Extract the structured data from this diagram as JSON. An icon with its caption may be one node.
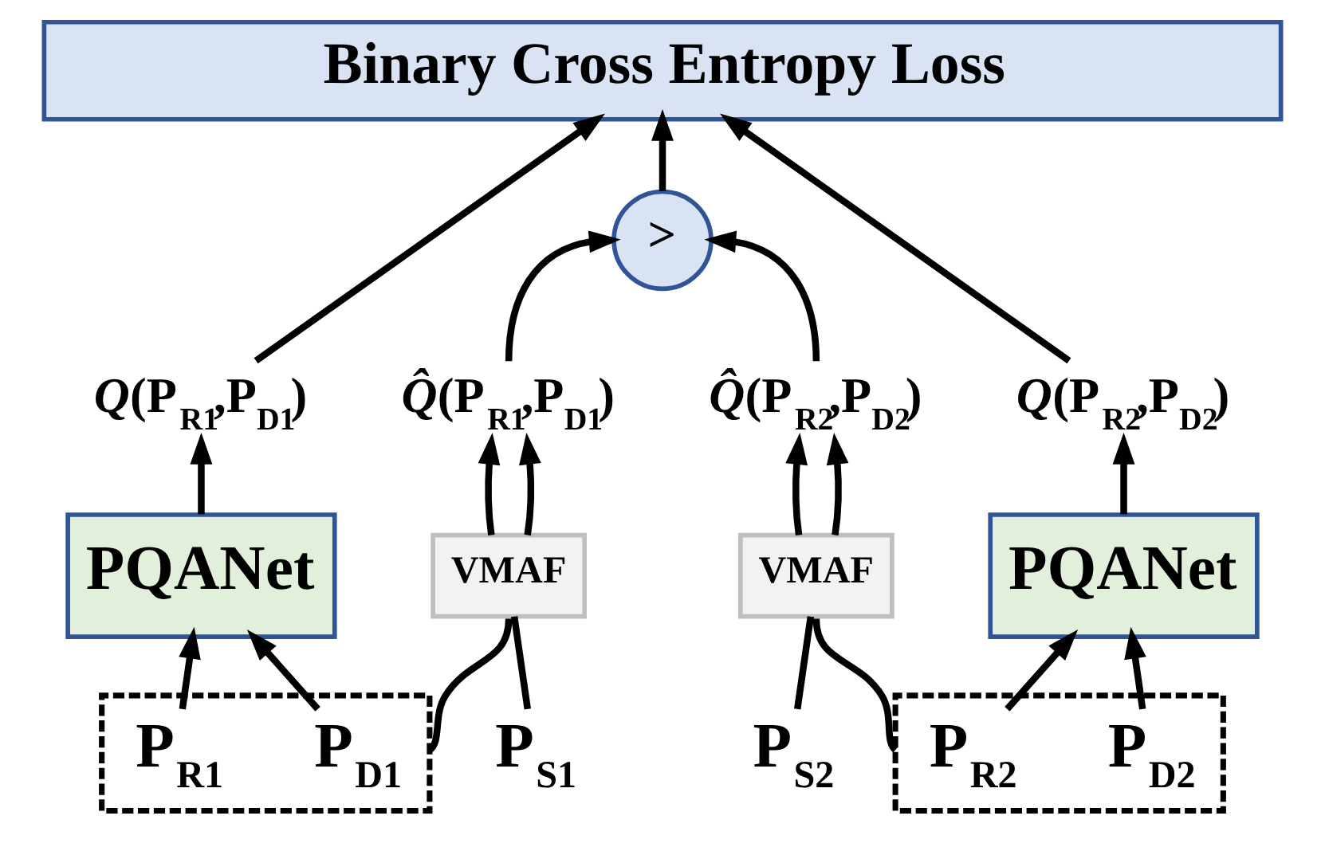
{
  "diagram": {
    "nodes": [
      {
        "text": [
          "Binary Cross Entropy Loss"
        ]
      },
      {
        "text": [
          ">"
        ]
      },
      {
        "text": [
          "*Q*(P$_{R1}$,P$_{D1}$)"
        ]
      },
      {
        "text": [
          "*Q̂*(P$_{R1}$,P$_{D1}$)"
        ]
      },
      {
        "text": [
          "*Q̂*(P$_{R2}$,P$_{D2}$)"
        ]
      },
      {
        "text": [
          "*Q*(P$_{R2}$,P$_{D2}$)"
        ]
      },
      {
        "text": [
          "PQANet"
        ]
      },
      {
        "text": [
          "VMAF"
        ]
      },
      {
        "text": [
          "VMAF"
        ]
      },
      {
        "text": [
          "PQANet"
        ]
      },
      {
        "text": [],
        "shape": "box"
      },
      {
        "text": [
          "P$_{R1}$"
        ],
        "in": 10
      },
      {
        "text": [
          "P$_{D1}$"
        ],
        "in": 10
      },
      {
        "text": [
          "P$_{S1}$"
        ]
      },
      {
        "text": [
          "P$_{S2}$"
        ]
      },
      {
        "text": [],
        "shape": "box"
      },
      {
        "text": [
          "P$_{R2}$"
        ],
        "in": 15
      },
      {
        "text": [
          "P$_{D2}$"
        ],
        "in": 15
      }
    ],
    "edges": [
      {
        "from": 2,
        "to": 0,
        "arrow": "to"
      },
      {
        "from": 1,
        "to": 0,
        "arrow": "to"
      },
      {
        "from": 5,
        "to": 0,
        "arrow": "to"
      },
      {
        "from": 3,
        "to": 1,
        "arrow": "to"
      },
      {
        "from": 4,
        "to": 1,
        "arrow": "to"
      },
      {
        "from": 6,
        "to": 2,
        "arrow": "to"
      },
      {
        "from": 7,
        "to": 3,
        "arrow": "to"
      },
      {
        "from": 7,
        "to": 3,
        "arrow": "to"
      },
      {
        "from": 8,
        "to": 4,
        "arrow": "to"
      },
      {
        "from": 8,
        "to": 4,
        "arrow": "to"
      },
      {
        "from": 9,
        "to": 5,
        "arrow": "to"
      },
      {
        "from": 11,
        "to": 6,
        "arrow": "to"
      },
      {
        "from": 12,
        "to": 6,
        "arrow": "to"
      },
      {
        "from": 10,
        "to": 7,
        "arrow": "none"
      },
      {
        "from": 13,
        "to": 7,
        "arrow": "none"
      },
      {
        "from": 14,
        "to": 8,
        "arrow": "none"
      },
      {
        "from": 15,
        "to": 8,
        "arrow": "none"
      },
      {
        "from": 16,
        "to": 9,
        "arrow": "to"
      },
      {
        "from": 17,
        "to": 9,
        "arrow": "to"
      }
    ]
  }
}
